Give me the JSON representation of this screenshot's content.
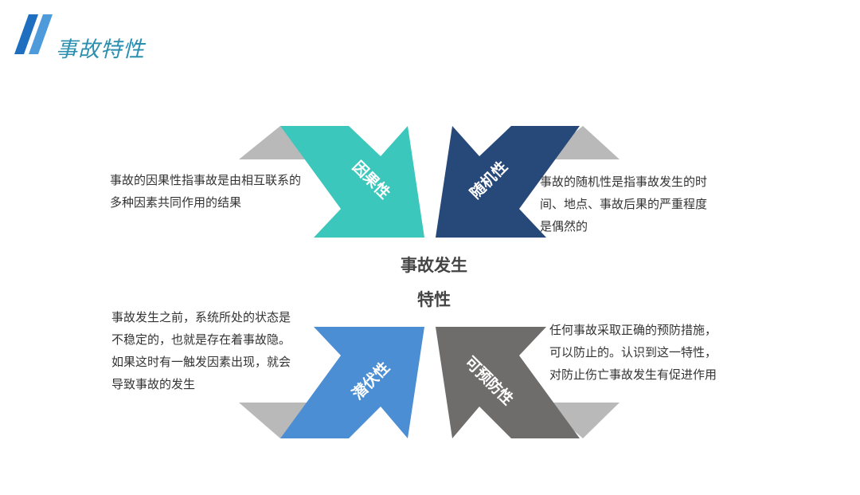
{
  "header": {
    "title": "事故特性"
  },
  "center": {
    "line1": "事故发生",
    "line2": "特性"
  },
  "items": {
    "causality": {
      "label": "因果性",
      "color": "#3cc7bc",
      "lines": [
        "事故的因果性指事故是由相互联系的",
        "多种因素共同作用的结果"
      ]
    },
    "randomness": {
      "label": "随机性",
      "color": "#27497a",
      "lines": [
        "事故的随机性是指事故发生的时",
        "间、地点、事故后果的严重程度",
        "是偶然的"
      ]
    },
    "latency": {
      "label": "潜伏性",
      "color": "#4c8ed3",
      "lines": [
        "事故发生之前，系统所处的状态是",
        "不稳定的，也就是存在着事故隐。",
        "如果这时有一触发因素出现，就会",
        "导致事故的发生"
      ]
    },
    "preventability": {
      "label": "可预防性",
      "color": "#6f6c6c",
      "lines": [
        "任何事故采取正确的预防措施，",
        "可以防止的。认识到这一特性，",
        "对防止伤亡事故发生有促进作用"
      ]
    }
  },
  "colors": {
    "title": "#2b8fb0",
    "title_mark": "#1e6fc0",
    "fold": "#b9b9b9",
    "text": "#333333"
  }
}
